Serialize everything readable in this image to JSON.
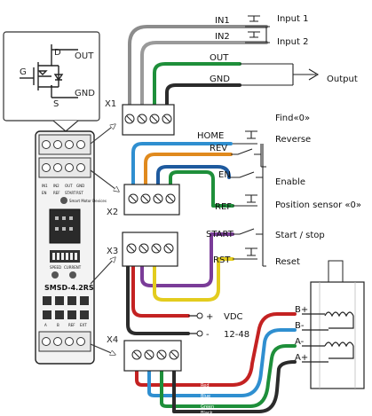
{
  "mosfet_inset": {
    "label_out": "OUT",
    "label_gnd": "GND",
    "label_g": "G",
    "label_d": "D",
    "label_s": "S"
  },
  "controller": {
    "top_labels": [
      "IN1",
      "IN2",
      "OUT",
      "GND"
    ],
    "small_labels": [
      "EN",
      "REF",
      "START",
      "RST"
    ],
    "brand": "Smart Motor Devices",
    "speed_label": "SPEED",
    "current_label": "CURRENT",
    "model": "SMSD-4.2RS",
    "bottom_labels": [
      "A",
      "B",
      "REF",
      "EXT"
    ]
  },
  "connectors": {
    "x1": "X1",
    "x2": "X2",
    "x3": "X3",
    "x4": "X4"
  },
  "signals": {
    "in1": "IN1",
    "in2": "IN2",
    "out": "OUT",
    "gnd": "GND",
    "home": "HOME",
    "rev": "REV",
    "en": "EN",
    "ref": "REF",
    "start": "START",
    "rst": "RST"
  },
  "functions": {
    "input1": "Input 1",
    "input2": "Input 2",
    "output": "Output",
    "find0": "Find«0»",
    "reverse": "Reverse",
    "enable": "Enable",
    "position_sensor": "Position sensor «0»",
    "start_stop": "Start / stop",
    "reset": "Reset"
  },
  "power": {
    "plus": "+",
    "minus": "-",
    "label": "VDC",
    "range": "12-48"
  },
  "motor": {
    "b_plus": "B+",
    "b_minus": "B-",
    "a_minus": "A-",
    "a_plus": "A+"
  },
  "motor_wires": {
    "red": "Red",
    "blue": "Blue",
    "green": "Green",
    "black": "Black"
  },
  "colors": {
    "gray": "#8c8c8c",
    "green": "#1e8f3a",
    "dark": "#2b2b2b",
    "blue": "#2f8fd0",
    "orange": "#e08a1e",
    "purple": "#7a3c98",
    "yellow": "#e3cc1e",
    "red": "#c42222"
  }
}
